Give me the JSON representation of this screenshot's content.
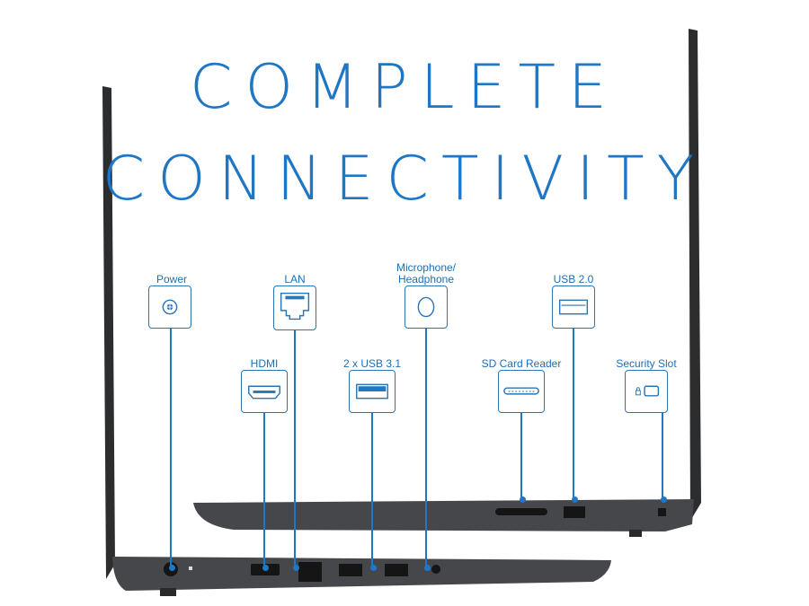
{
  "headline": {
    "line1": "COMPLETE",
    "line2": "CONNECTIVITY"
  },
  "ports": [
    {
      "label": "Power",
      "icon": "power-jack-icon"
    },
    {
      "label": "LAN",
      "icon": "ethernet-icon"
    },
    {
      "label": "Microphone/ Headphone",
      "icon": "audio-jack-icon"
    },
    {
      "label": "USB 2.0",
      "icon": "usb-icon"
    },
    {
      "label": "HDMI",
      "icon": "hdmi-icon"
    },
    {
      "label": "2 x USB 3.1",
      "icon": "usb3-icon"
    },
    {
      "label": "SD Card Reader",
      "icon": "sd-card-icon"
    },
    {
      "label": "Security Slot",
      "icon": "lock-slot-icon"
    }
  ],
  "colors": {
    "accent": "#1f76c4",
    "laptop": "#3a3b3d"
  }
}
